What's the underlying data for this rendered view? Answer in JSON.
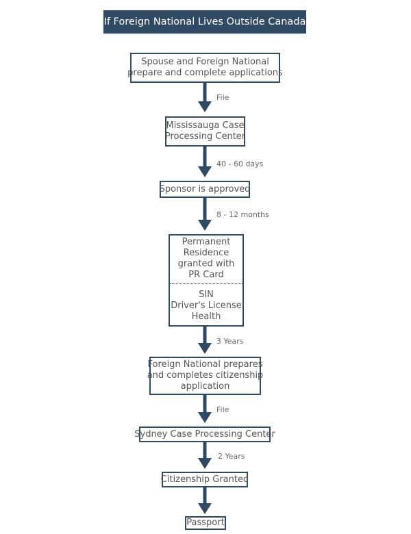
{
  "title": "If Foreign National Lives Outside Canada",
  "steps": {
    "s1": [
      "Spouse and Foreign National",
      "prepare and complete applications"
    ],
    "s2": [
      "Mississauga Case",
      "Processing Center"
    ],
    "s3": [
      "Sponsor is approved"
    ],
    "s4_top": [
      "Permanent",
      "Residence",
      "granted with",
      "PR Card"
    ],
    "s4_bottom": [
      "SIN",
      "Driver's License",
      "Health"
    ],
    "s5": [
      "Foreign National prepares",
      "and completes citizenship",
      "application"
    ],
    "s6": [
      "Sydney Case Processing Center"
    ],
    "s7": [
      "Citizenship Granted"
    ],
    "s8": [
      "Passport"
    ]
  },
  "arrow_labels": [
    "File",
    "40 - 60 days",
    "8 - 12 months",
    "3 Years",
    "File",
    "2 Years"
  ],
  "colors": {
    "primary": "#314a63",
    "text": "#555555",
    "label": "#666666"
  }
}
